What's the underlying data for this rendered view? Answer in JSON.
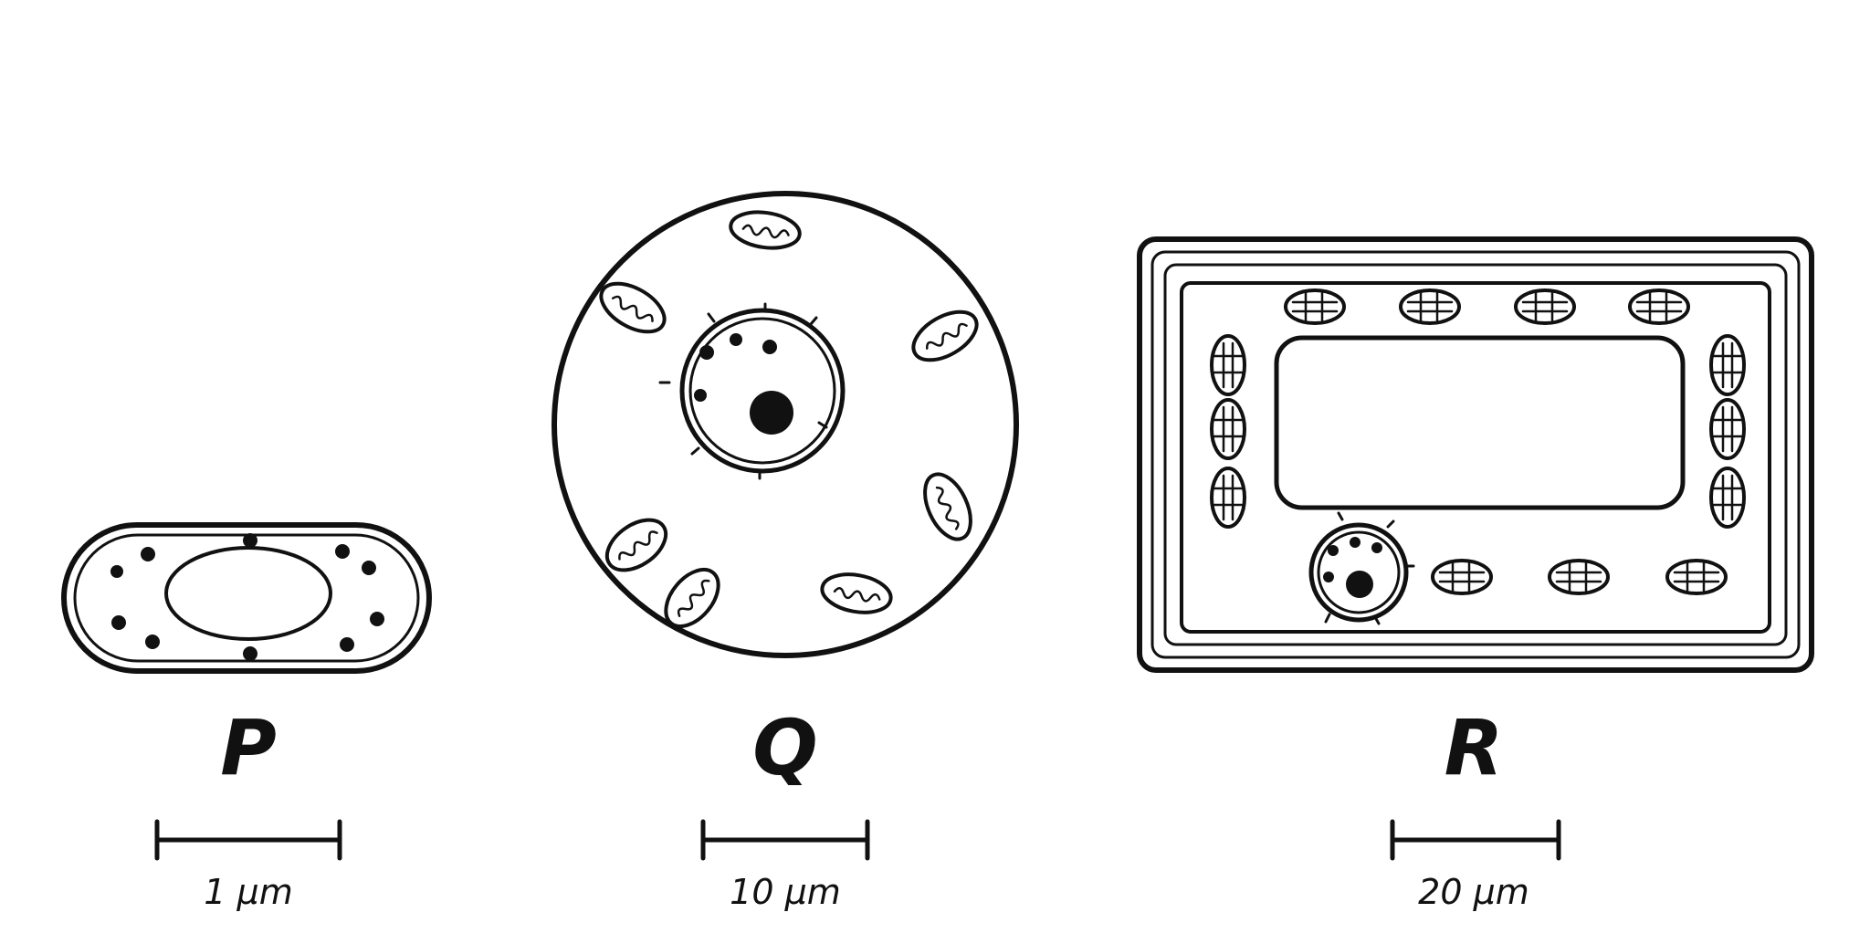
{
  "cells": [
    {
      "label": "P",
      "scale_bar": "1 µm"
    },
    {
      "label": "Q",
      "scale_bar": "10 µm"
    },
    {
      "label": "R",
      "scale_bar": "20 µm"
    }
  ],
  "colors": {
    "ink": "#111111",
    "background": "#ffffff"
  }
}
